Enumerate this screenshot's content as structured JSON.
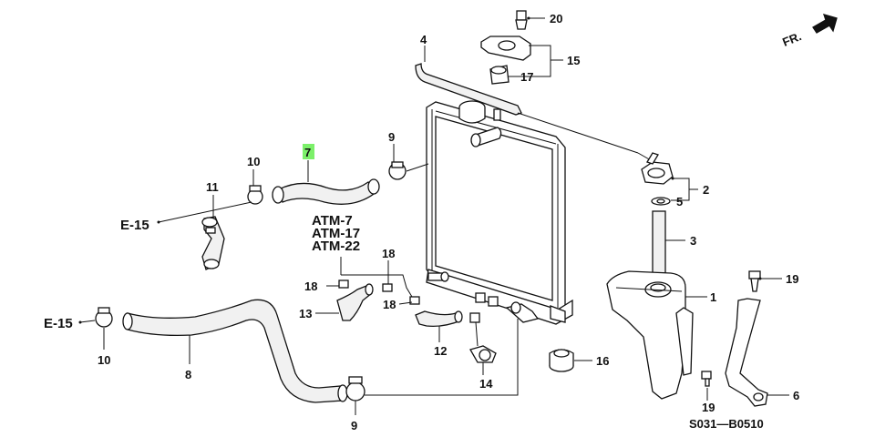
{
  "diagram": {
    "direction_label": "FR.",
    "drawing_code": "S031—B0510",
    "highlight_color": "#7cf06a",
    "callouts": {
      "c20": "20",
      "c4": "4",
      "c15": "15",
      "c17": "17",
      "c2": "2",
      "c5": "5",
      "c3": "3",
      "c1": "1",
      "c19a": "19",
      "c19b": "19",
      "c6": "6",
      "c16": "16",
      "c14": "14",
      "c12": "12",
      "c18a": "18",
      "c18b": "18",
      "c18c": "18",
      "c13": "13",
      "c9a": "9",
      "c9b": "9",
      "c7": "7",
      "c10a": "10",
      "c10b": "10",
      "c11": "11",
      "c8": "8"
    },
    "refs": {
      "e15_upper": "E-15",
      "e15_lower": "E-15",
      "atm7": "ATM-7",
      "atm17": "ATM-17",
      "atm22": "ATM-22"
    }
  }
}
